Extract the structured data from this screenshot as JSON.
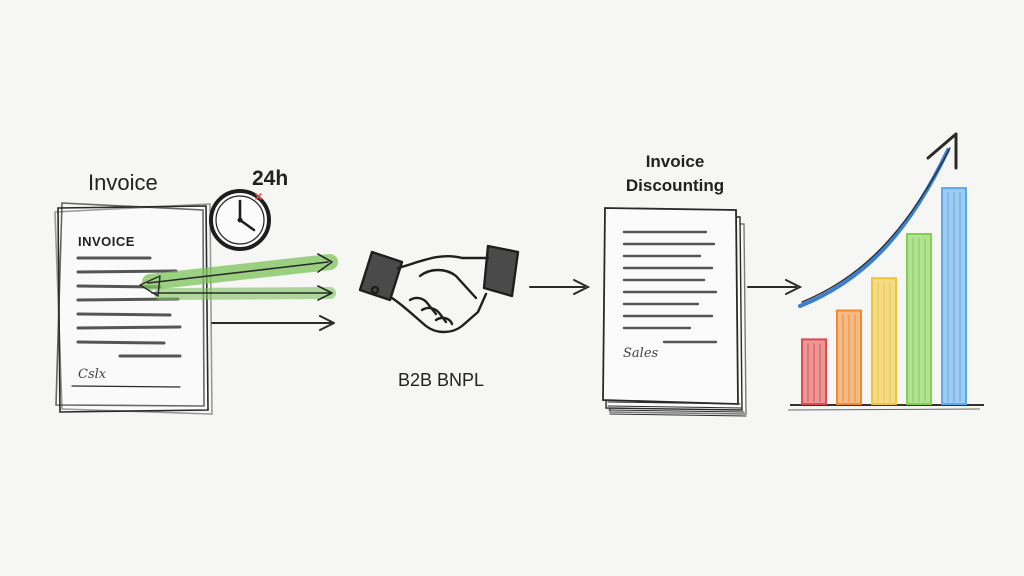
{
  "labels": {
    "invoice": "Invoice",
    "timer": "24h",
    "invoice_doc_title": "INVOICE",
    "handshake_caption": "B2B BNPL",
    "discounting_line1": "Invoice",
    "discounting_line2": "Discounting",
    "signature_1": "Cslx",
    "signature_2": "Sales"
  },
  "icons": [
    "invoice-document-icon",
    "clock-icon",
    "green-arrows-icon",
    "handshake-icon",
    "document-stack-icon",
    "growth-bar-chart-icon",
    "trend-arrow-icon"
  ],
  "colors": {
    "ink": "#2a2a2a",
    "green": "#7cc35a",
    "blue": "#3b7fd1",
    "red": "#e04a4a",
    "orange": "#f08a2a",
    "yellow": "#f2c432",
    "lightgreen": "#7fd04a",
    "lightblue": "#5aa8ee"
  },
  "growth_bars": [
    {
      "level": 0.38,
      "color": "#e04a4a"
    },
    {
      "level": 0.55,
      "color": "#f08a2a"
    },
    {
      "level": 0.74,
      "color": "#f2c432"
    },
    {
      "level": 1.0,
      "color": "#7fd04a"
    },
    {
      "level": 1.27,
      "color": "#5aa8ee"
    }
  ]
}
